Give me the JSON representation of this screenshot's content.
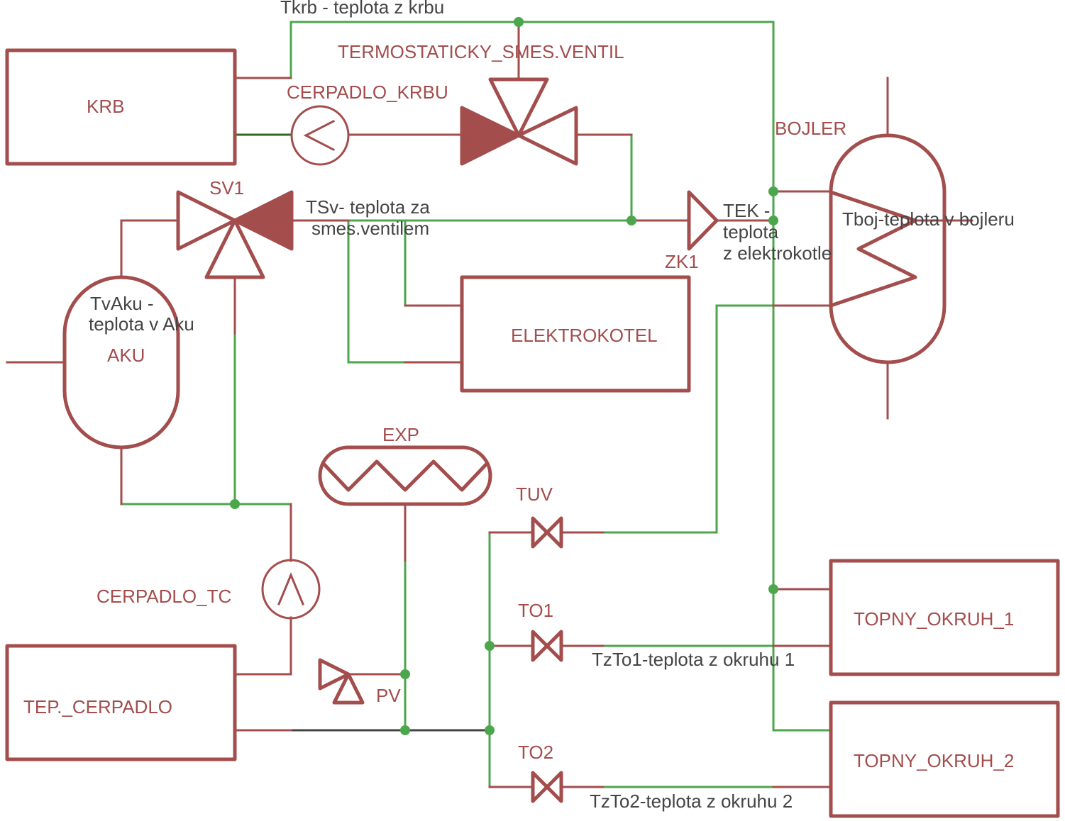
{
  "diagram": {
    "components": {
      "krb": "KRB",
      "cerpadlo_krbu": "CERPADLO_KRBU",
      "termostaticky_ventil": "TERMOSTATICKY_SMES.VENTIL",
      "bojler": "BOJLER",
      "sv1": "SV1",
      "aku": "AKU",
      "zk1": "ZK1",
      "elektrokotel": "ELEKTROKOTEL",
      "exp": "EXP",
      "tuv": "TUV",
      "to1": "TO1",
      "to2": "TO2",
      "cerpadlo_tc": "CERPADLO_TC",
      "tep_cerpadlo": "TEP._CERPADLO",
      "pv": "PV",
      "topny_okruh_1": "TOPNY_OKRUH_1",
      "topny_okruh_2": "TOPNY_OKRUH_2"
    },
    "sensors": {
      "tkrb": "Tkrb - teplota z krbu",
      "tsv_1": "TSv- teplota za",
      "tsv_2": "smes.ventilem",
      "tek_1": "TEK -",
      "tek_2": "teplota",
      "tek_3": "z elektrokotle",
      "tboj": "Tboj-teplota v bojleru",
      "tvaku_1": "TvAku -",
      "tvaku_2": "teplota v Aku",
      "tzto1": "TzTo1-teplota z okruhu 1",
      "tzto2": "TzTo2-teplota z okruhu 2"
    },
    "colors": {
      "component": "#a34d4d",
      "wire": "#4ca64c",
      "sensor_text": "#444444"
    }
  }
}
